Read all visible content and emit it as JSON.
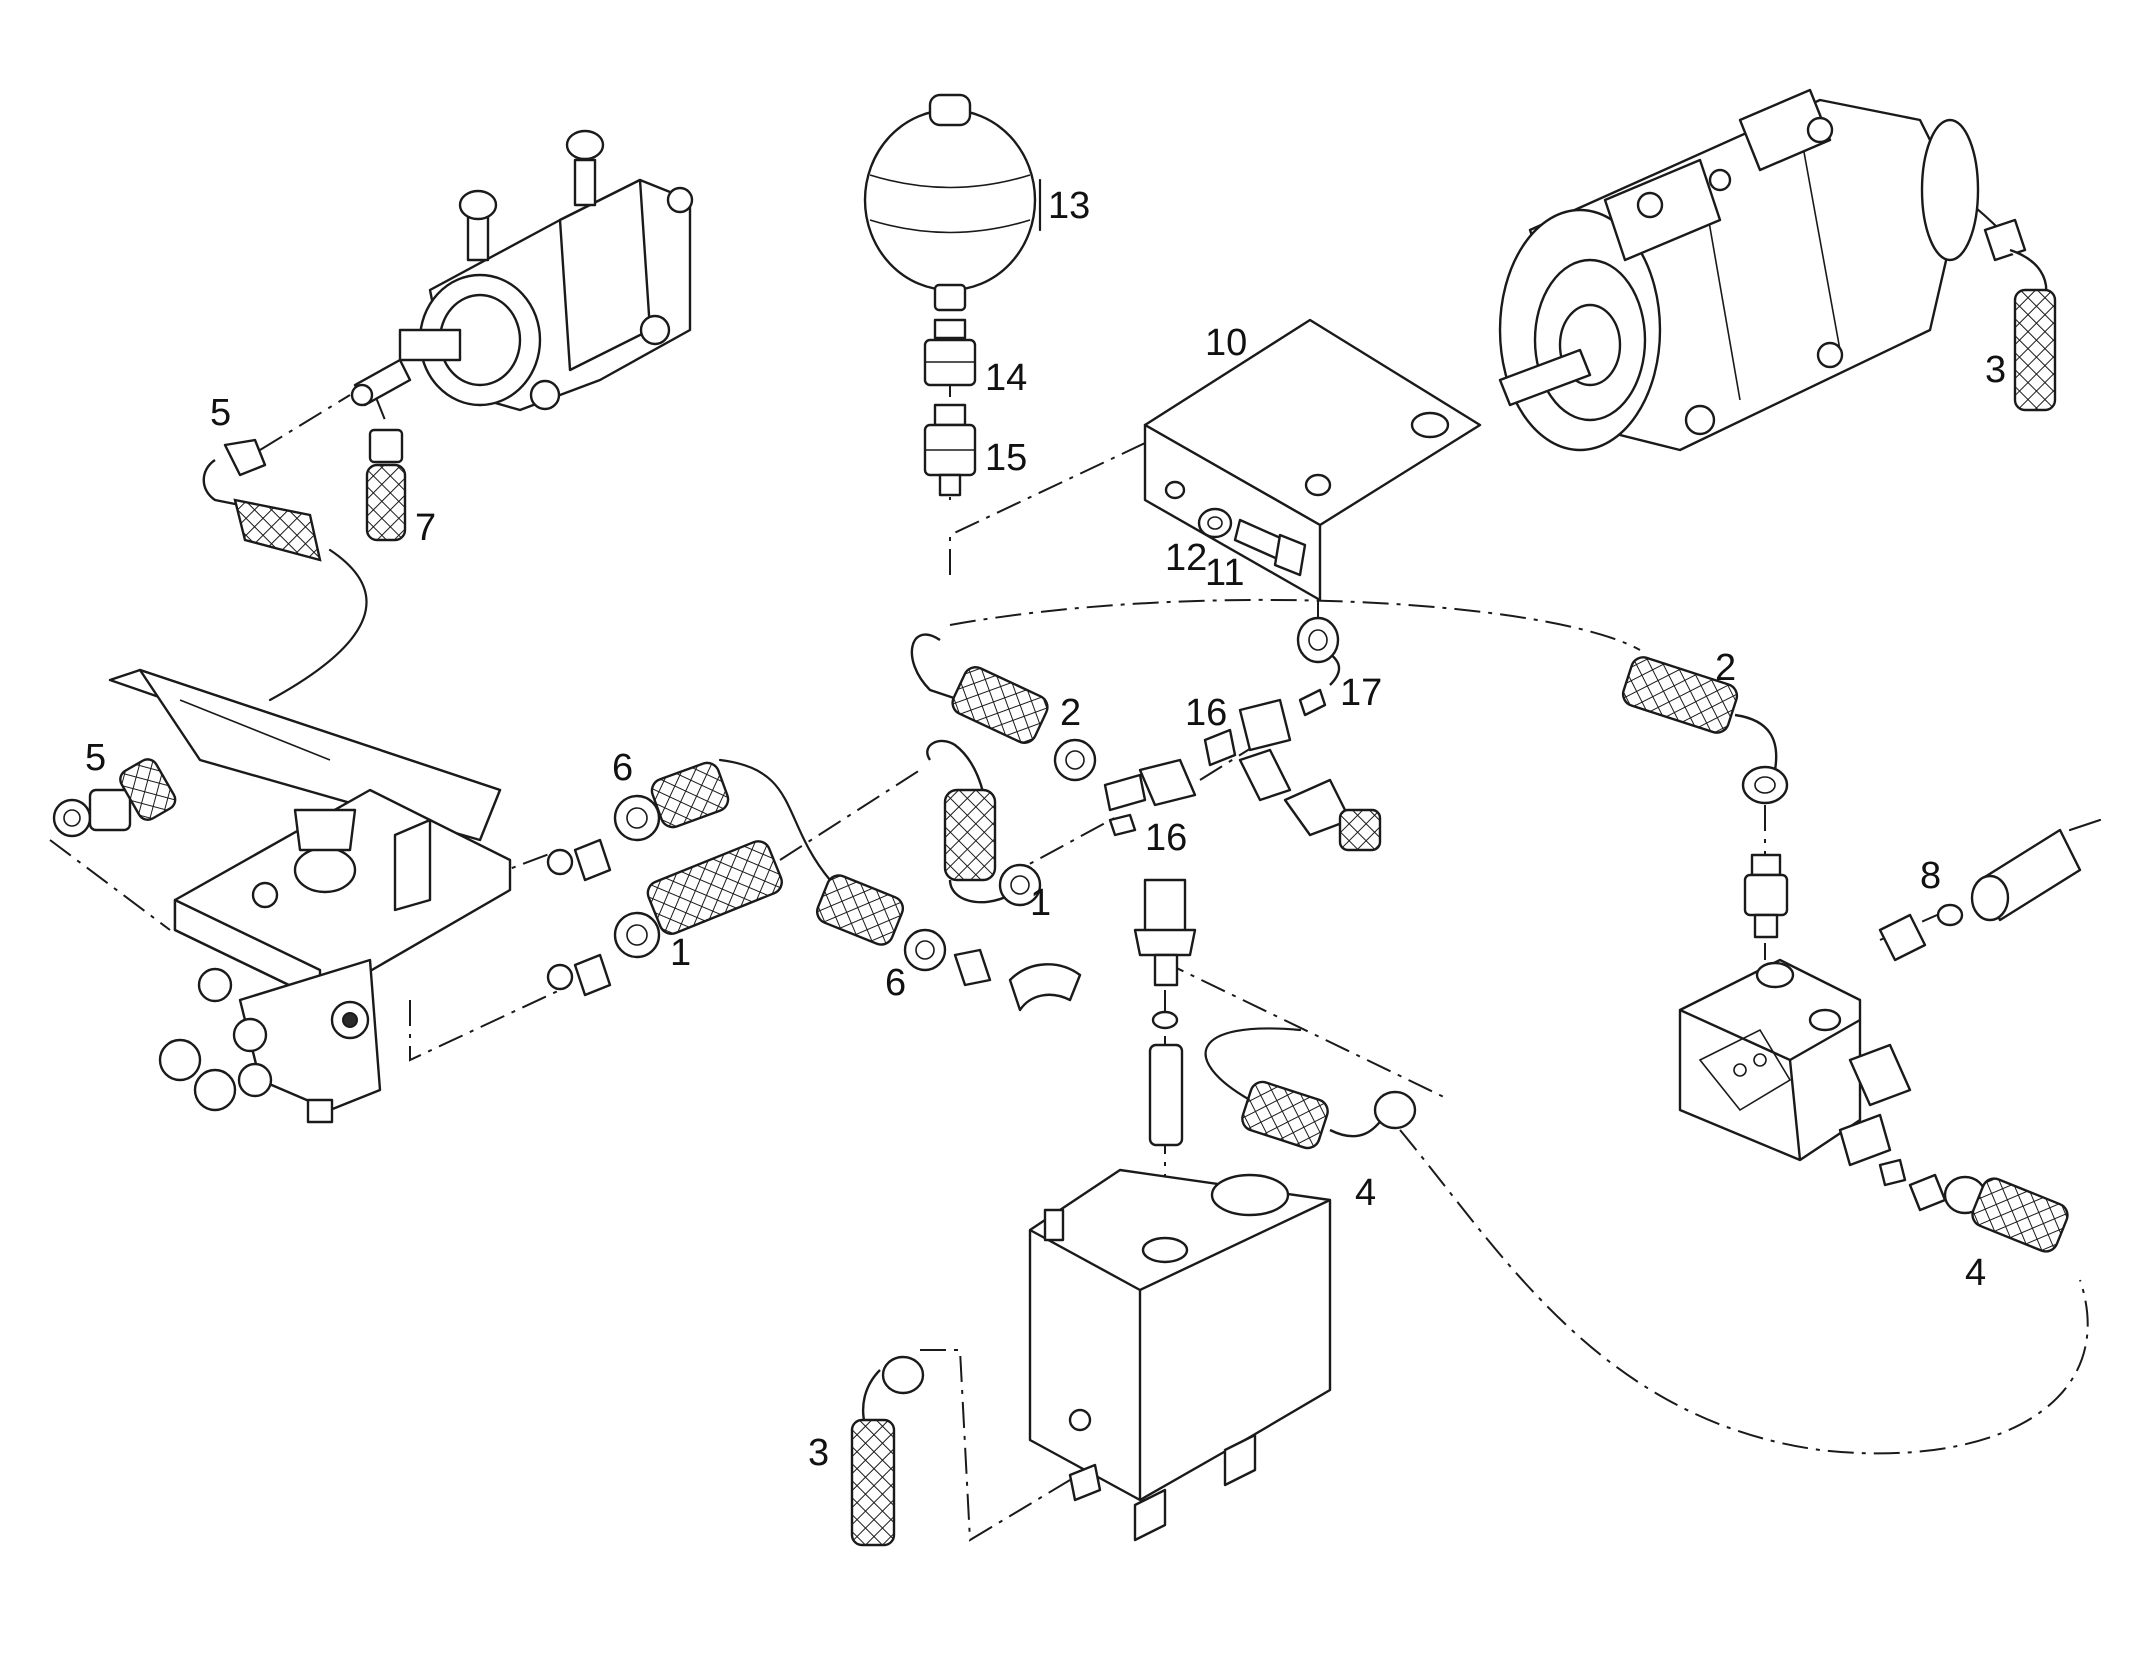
{
  "labels": {
    "item_1a": "1",
    "item_1b": "1",
    "item_2a": "2",
    "item_2b": "2",
    "item_3a": "3",
    "item_3b": "3",
    "item_4a": "4",
    "item_4b": "4",
    "item_5a": "5",
    "item_5b": "5",
    "item_6a": "6",
    "item_6b": "6",
    "item_7": "7",
    "item_8": "8",
    "item_10": "10",
    "item_11": "11",
    "item_12": "12",
    "item_13": "13",
    "item_14": "14",
    "item_15": "15",
    "item_16a": "16",
    "item_16b": "16",
    "item_17": "17"
  }
}
